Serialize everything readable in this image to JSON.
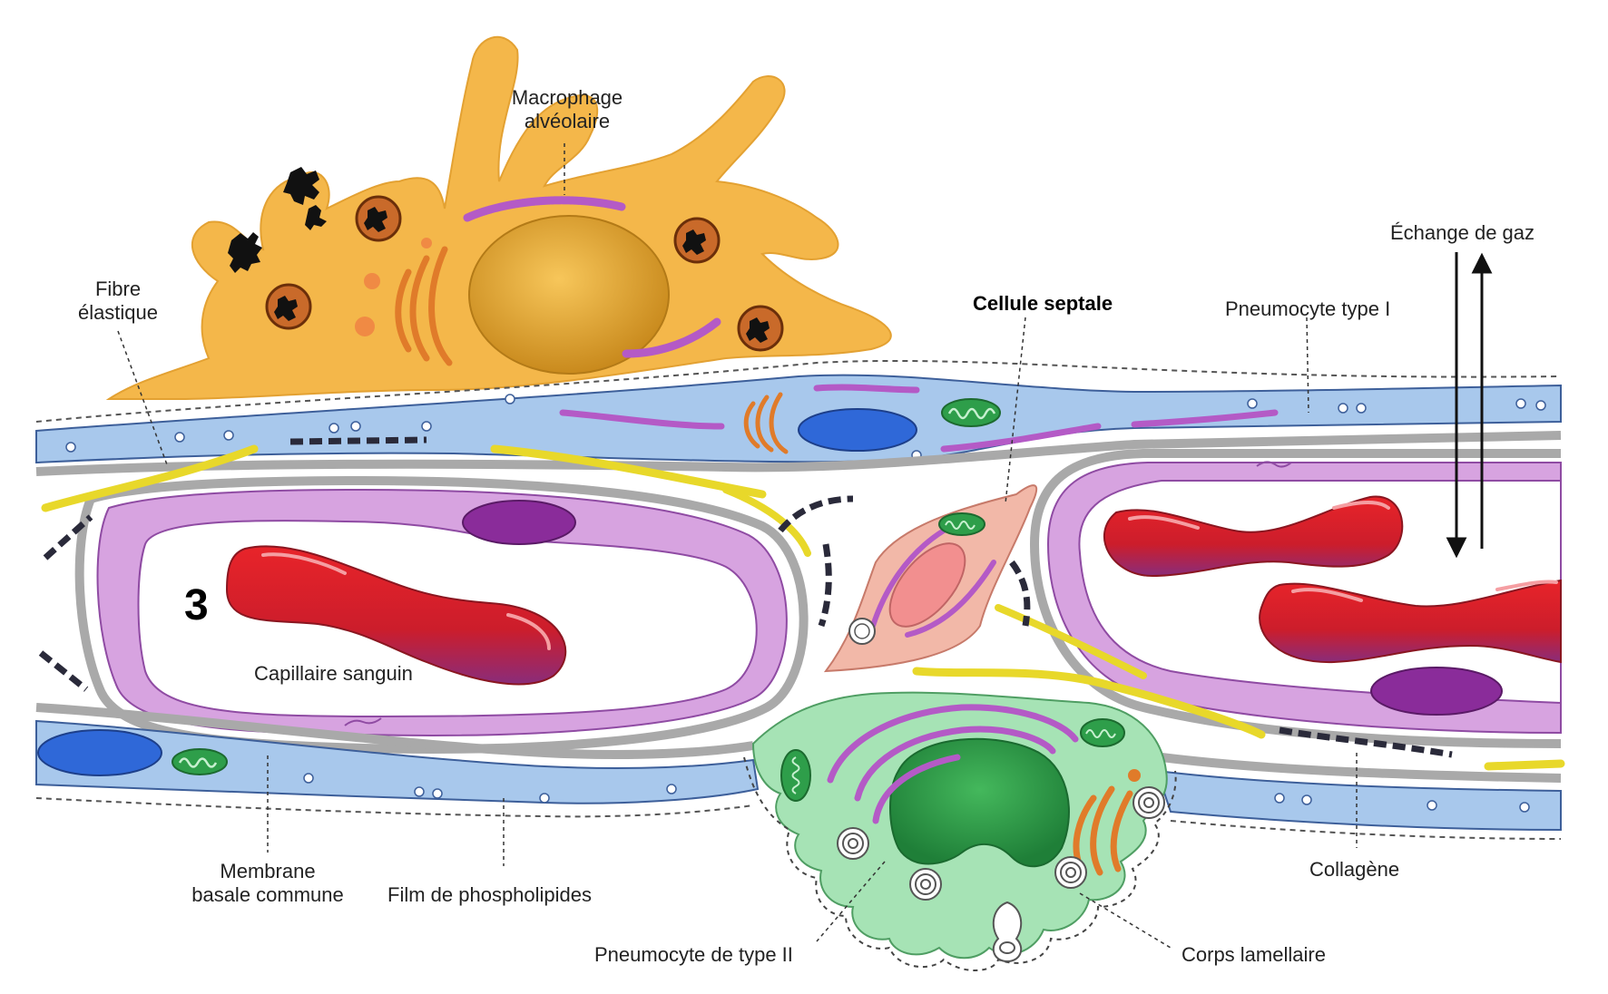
{
  "labels": {
    "macrophage": "Macrophage\nalvéolaire",
    "fibre_elastique": "Fibre\nélastique",
    "cellule_septale": "Cellule septale",
    "pneumocyte_type_1": "Pneumocyte type I",
    "echange_gaz": "Échange de gaz",
    "number": "3",
    "capillaire": "Capillaire sanguin",
    "membrane": "Membrane\nbasale commune",
    "film": "Film de phospholipides",
    "pneumocyte_type_2": "Pneumocyte de type II",
    "corps_lamellaire": "Corps lamellaire",
    "collagene": "Collagène"
  },
  "colors": {
    "macrophage": "#f4b74a",
    "epithelium": "#a8c8ec",
    "basement": "#b0b0b0",
    "capillary_wall": "#d7a3e0",
    "red_cell": "#d8232a",
    "nucleus_purple": "#8a2c9a",
    "septal_cell": "#f2b8a8",
    "pneumocyte_ii": "#a6e3b5",
    "pneumocyte_ii_nucleus": "#2e9e4a",
    "elastic_fibre": "#f2ea3a",
    "collagen": "#2a2a3a"
  }
}
